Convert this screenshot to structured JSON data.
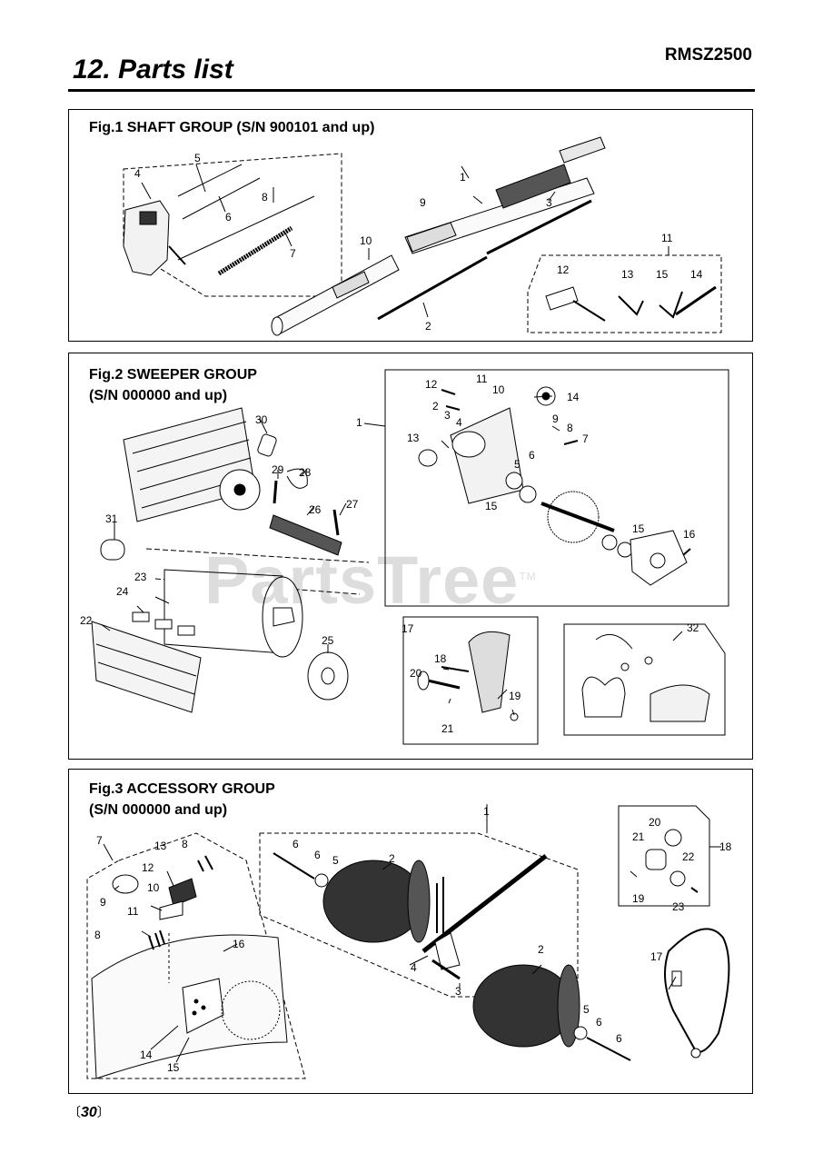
{
  "header": {
    "title": "12. Parts list",
    "model": "RMSZ2500"
  },
  "watermark": {
    "text": "PartsTree",
    "tm": "TM"
  },
  "footer": {
    "page_open": "〔",
    "page_number": "30",
    "page_close": "〕"
  },
  "fig1": {
    "caption": "Fig.1 SHAFT GROUP  (S/N 900101 and up)",
    "labels": {
      "l1": "1",
      "l2": "2",
      "l3": "3",
      "l4": "4",
      "l5": "5",
      "l6": "6",
      "l7": "7",
      "l8": "8",
      "l9": "9",
      "l10": "10",
      "l11": "11",
      "l12": "12",
      "l13": "13",
      "l14": "14",
      "l15": "15"
    }
  },
  "fig2": {
    "caption_line1": "Fig.2 SWEEPER GROUP",
    "caption_line2": "(S/N 000000 and up)",
    "labels": {
      "l1": "1",
      "l2": "2",
      "l3": "3",
      "l4": "4",
      "l5": "5",
      "l6": "6",
      "l7": "7",
      "l8": "8",
      "l9": "9",
      "l10": "10",
      "l11": "11",
      "l12": "12",
      "l13": "13",
      "l14": "14",
      "l15a": "15",
      "l15b": "15",
      "l16": "16",
      "l17": "17",
      "l18": "18",
      "l19": "19",
      "l20": "20",
      "l21": "21",
      "l22": "22",
      "l23": "23",
      "l24": "24",
      "l25": "25",
      "l26": "26",
      "l27": "27",
      "l28": "28",
      "l29": "29",
      "l30": "30",
      "l31": "31",
      "l32": "32"
    }
  },
  "fig3": {
    "caption_line1": "Fig.3 ACCESSORY GROUP",
    "caption_line2": "(S/N 000000 and up)",
    "labels": {
      "l1": "1",
      "l2a": "2",
      "l2b": "2",
      "l3": "3",
      "l4": "4",
      "l5a": "5",
      "l5b": "5",
      "l6a": "6",
      "l6b": "6",
      "l6c": "6",
      "l6d": "6",
      "l7": "7",
      "l8a": "8",
      "l8b": "8",
      "l9": "9",
      "l10": "10",
      "l11": "11",
      "l12": "12",
      "l13": "13",
      "l14": "14",
      "l15": "15",
      "l16": "16",
      "l17": "17",
      "l18": "18",
      "l19": "19",
      "l20": "20",
      "l21": "21",
      "l22": "22",
      "l23": "23"
    }
  }
}
